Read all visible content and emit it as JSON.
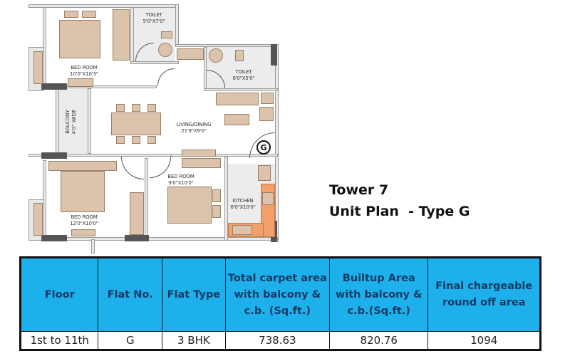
{
  "floor_plan": {
    "rooms": [
      {
        "id": "bedroom-1",
        "name": "BED ROOM",
        "size": "10'0\"X10'3\""
      },
      {
        "id": "toilet-1",
        "name": "TOILET",
        "size": "5'0\"X7'0\""
      },
      {
        "id": "toilet-2",
        "name": "TOILET",
        "size": "8'0\"X5'0\""
      },
      {
        "id": "living-dining",
        "name": "LIVING/DINING",
        "size": "21'9\"X9'0\""
      },
      {
        "id": "balcony",
        "name": "BALCONY",
        "size": "4'0\" WIDE"
      },
      {
        "id": "bedroom-2",
        "name": "BED ROOM",
        "size": "9'0\"X10'0\""
      },
      {
        "id": "bedroom-3",
        "name": "BED ROOM",
        "size": "12'0\"X10'0\""
      },
      {
        "id": "kitchen",
        "name": "KITCHEN",
        "size": "6'0\"X10'0\""
      }
    ],
    "type_marker": "G",
    "colors": {
      "furniture": "#dcc3ac",
      "kitchen_counter": "#f2a06a",
      "wall": "#e8e8e8",
      "column": "#555555"
    }
  },
  "title": {
    "line1": "Tower 7",
    "line2": "Unit Plan  - Type G"
  },
  "table": {
    "header_color": "#1eb0ea",
    "columns": [
      "Floor",
      "Flat No.",
      "Flat Type",
      "Total carpet area with balcony & c.b. (Sq.ft.)",
      "Builtup Area with balcony & c.b.(Sq.ft.)",
      "Final chargeable round off area"
    ],
    "rows": [
      [
        "1st to 11th",
        "G",
        "3 BHK",
        "738.63",
        "820.76",
        "1094"
      ]
    ]
  }
}
